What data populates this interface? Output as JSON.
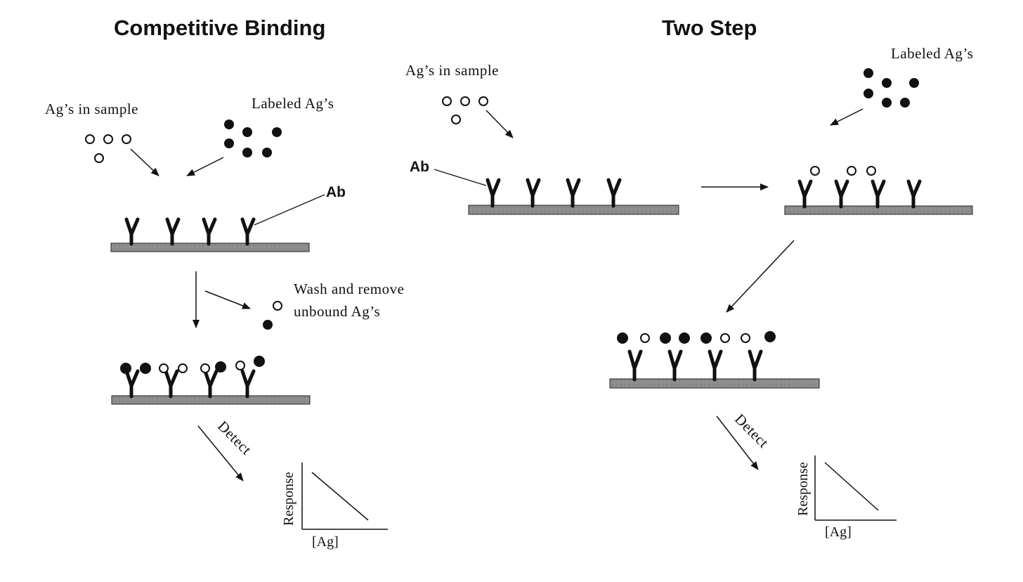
{
  "panels": {
    "competitive": {
      "title": "Competitive Binding",
      "ags_in_sample": "Ag’s in sample",
      "labeled_ags": "Labeled Ag’s",
      "ab_label": "Ab",
      "wash_line1": "Wash and remove",
      "wash_line2": "unbound Ag’s",
      "detect_label": "Detect",
      "graph": {
        "ylabel": "Response",
        "xlabel": "[Ag]",
        "trend": "decreasing"
      }
    },
    "two_step": {
      "title": "Two Step",
      "ags_in_sample": "Ag’s in sample",
      "labeled_ags": "Labeled Ag’s",
      "ab_label": "Ab",
      "detect_label": "Detect",
      "graph": {
        "ylabel": "Response",
        "xlabel": "[Ag]",
        "trend": "decreasing"
      }
    }
  },
  "colors": {
    "ink": "#111111",
    "substrate": "#8a8a8a",
    "antigen_open": "#ffffff",
    "antigen_labeled": "#111111"
  }
}
